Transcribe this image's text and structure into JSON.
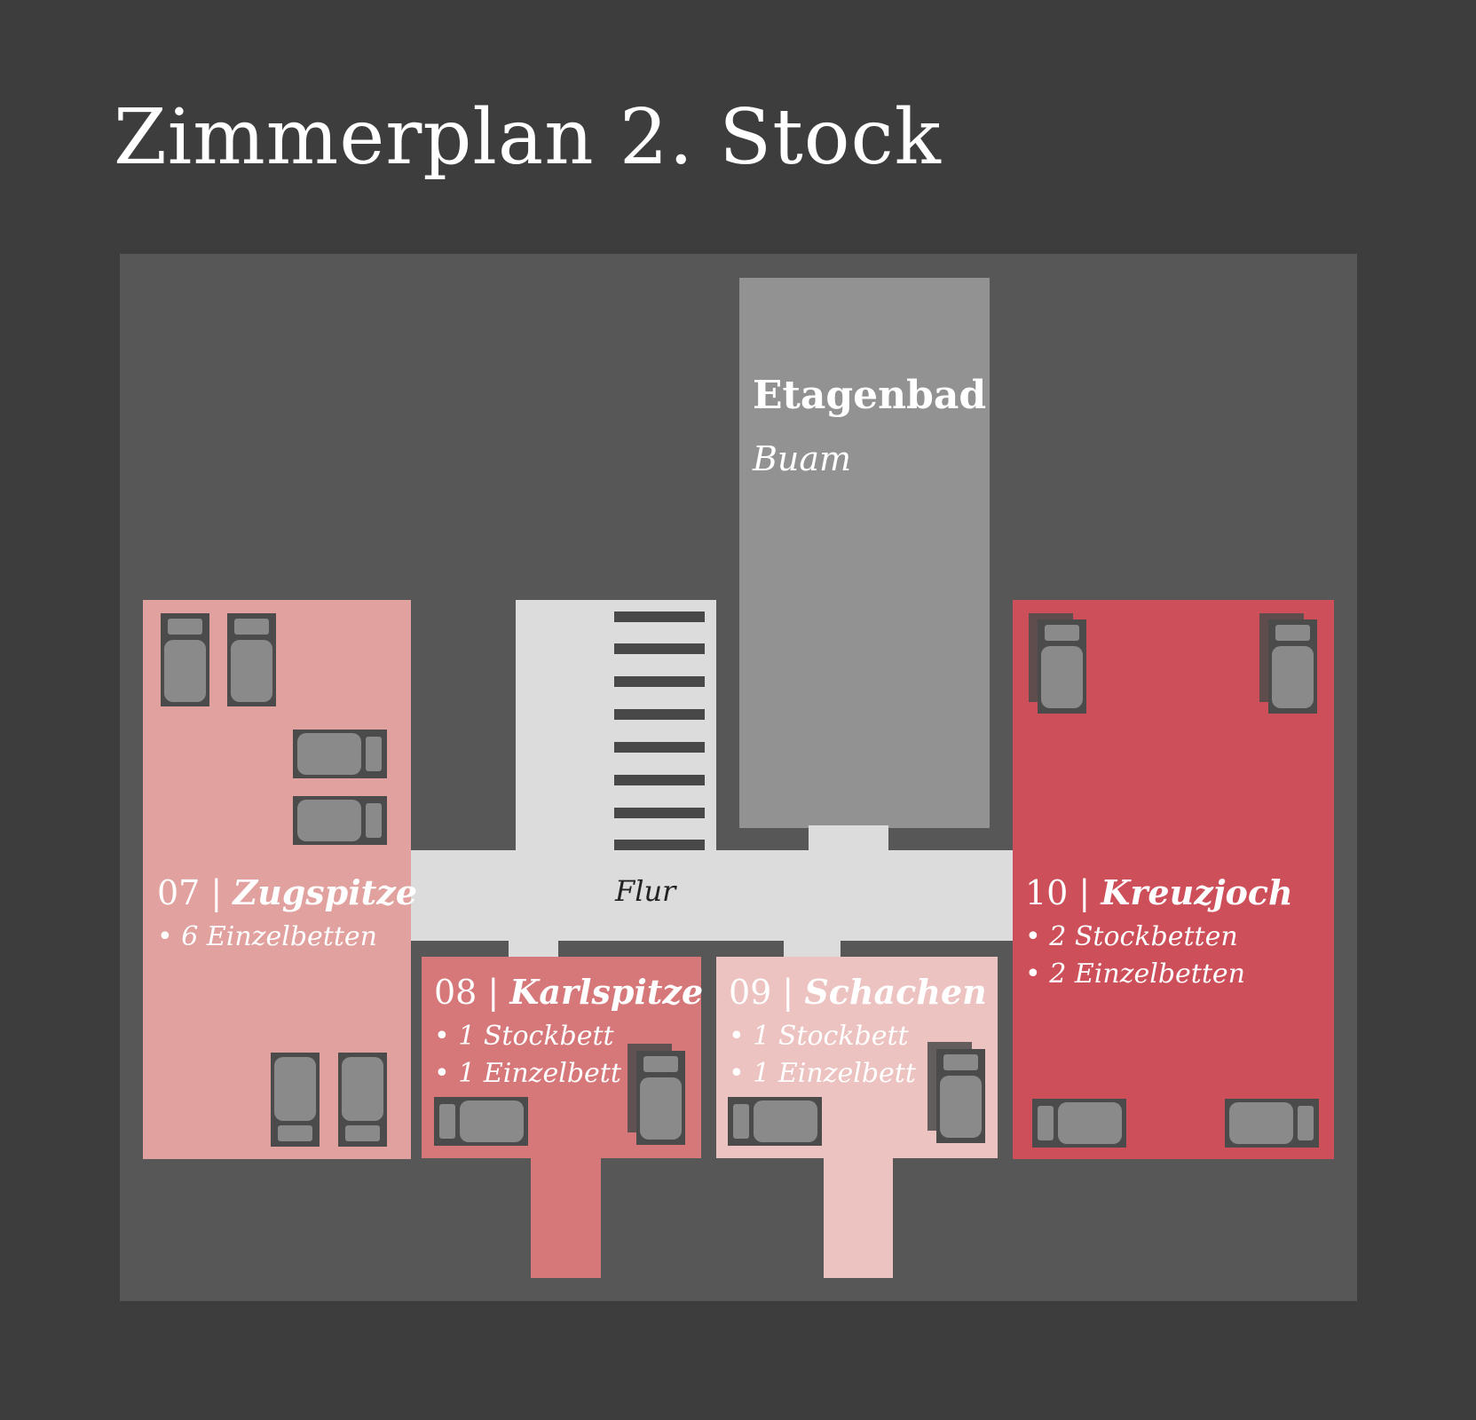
{
  "title": "Zimmerplan 2. Stock",
  "colors": {
    "background": "#3d3d3d",
    "floor": "#575757",
    "corridor": "#dcdcdc",
    "bathroom": "#929292",
    "room_07": "#e1a19e",
    "room_08": "#d6787a",
    "room_09": "#ecc3c1",
    "room_10": "#cd4f59"
  },
  "corridor": {
    "label": "Flur"
  },
  "bathroom": {
    "name": "Etagenbad",
    "sub": "Buam"
  },
  "rooms": {
    "r07": {
      "number": "07 |",
      "name": "Zugspitze",
      "beds": [
        "• 6 Einzelbetten"
      ]
    },
    "r08": {
      "number": "08 |",
      "name": "Karlspitze",
      "beds": [
        "• 1 Stockbett",
        "• 1 Einzelbett"
      ]
    },
    "r09": {
      "number": "09 |",
      "name": "Schachen",
      "beds": [
        "• 1 Stockbett",
        "• 1 Einzelbett"
      ]
    },
    "r10": {
      "number": "10 |",
      "name": "Kreuzjoch",
      "beds": [
        "• 2 Stockbetten",
        "• 2 Einzelbetten"
      ]
    }
  }
}
